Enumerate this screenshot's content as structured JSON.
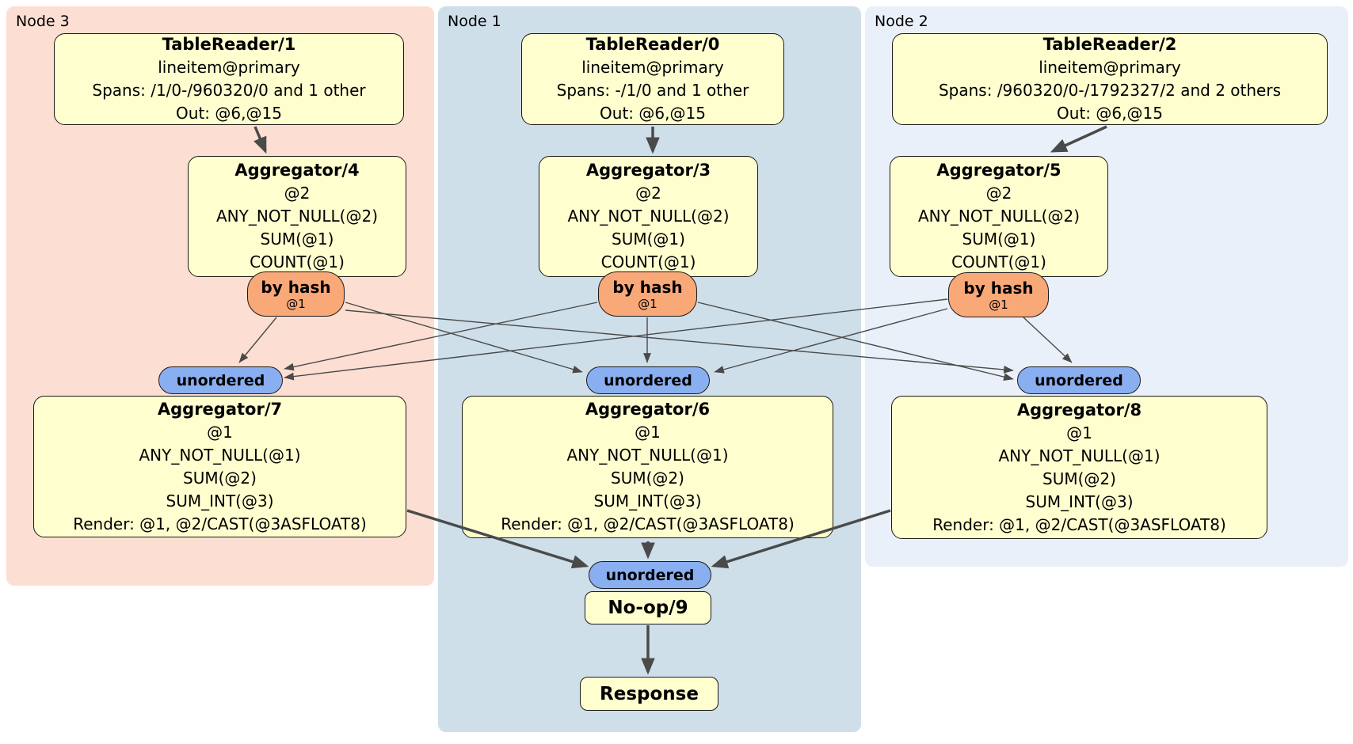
{
  "groups": [
    {
      "label": "Node 3"
    },
    {
      "label": "Node 1"
    },
    {
      "label": "Node 2"
    }
  ],
  "router": {
    "label": "by hash",
    "key": "@1"
  },
  "sync": {
    "label": "unordered"
  },
  "processors": {
    "tr1": {
      "title": "TableReader/1",
      "index": "lineitem@primary",
      "spans": "Spans: /1/0-/960320/0 and 1 other",
      "out": "Out: @6,@15"
    },
    "tr0": {
      "title": "TableReader/0",
      "index": "lineitem@primary",
      "spans": "Spans: -/1/0 and 1 other",
      "out": "Out: @6,@15"
    },
    "tr2": {
      "title": "TableReader/2",
      "index": "lineitem@primary",
      "spans": "Spans: /960320/0-/1792327/2 and 2 others",
      "out": "Out: @6,@15"
    },
    "agg4": {
      "title": "Aggregator/4",
      "group_key": "@2",
      "fns": [
        "ANY_NOT_NULL(@2)",
        "SUM(@1)",
        "COUNT(@1)"
      ]
    },
    "agg3": {
      "title": "Aggregator/3",
      "group_key": "@2",
      "fns": [
        "ANY_NOT_NULL(@2)",
        "SUM(@1)",
        "COUNT(@1)"
      ]
    },
    "agg5": {
      "title": "Aggregator/5",
      "group_key": "@2",
      "fns": [
        "ANY_NOT_NULL(@2)",
        "SUM(@1)",
        "COUNT(@1)"
      ]
    },
    "agg7": {
      "title": "Aggregator/7",
      "group_key": "@1",
      "fns": [
        "ANY_NOT_NULL(@1)",
        "SUM(@2)",
        "SUM_INT(@3)"
      ],
      "render": "Render: @1, @2/CAST(@3ASFLOAT8)"
    },
    "agg6": {
      "title": "Aggregator/6",
      "group_key": "@1",
      "fns": [
        "ANY_NOT_NULL(@1)",
        "SUM(@2)",
        "SUM_INT(@3)"
      ],
      "render": "Render: @1, @2/CAST(@3ASFLOAT8)"
    },
    "agg8": {
      "title": "Aggregator/8",
      "group_key": "@1",
      "fns": [
        "ANY_NOT_NULL(@1)",
        "SUM(@2)",
        "SUM_INT(@3)"
      ],
      "render": "Render: @1, @2/CAST(@3ASFLOAT8)"
    },
    "noop": {
      "title": "No-op/9"
    },
    "response": {
      "title": "Response"
    }
  },
  "colors": {
    "node3_bg": "#fcdfd2",
    "node1_bg": "#cfdfe9",
    "node2_bg": "#eaf0fa",
    "processor_bg": "#fefecf",
    "router_bg": "#f9a878",
    "sync_bg": "#8aaff0",
    "edge": "#4a4a4a"
  }
}
